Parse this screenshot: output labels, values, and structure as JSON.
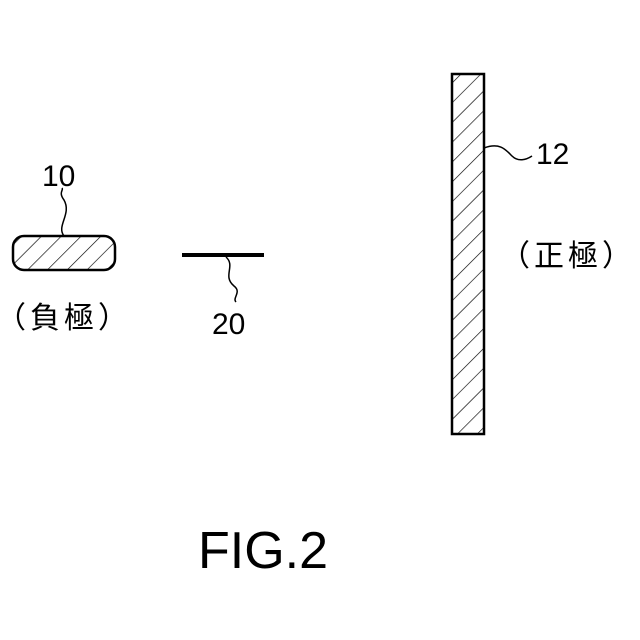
{
  "figure": {
    "caption": "FIG.2",
    "elements": [
      {
        "ref": "10",
        "label": "（負極）"
      },
      {
        "ref": "20",
        "label": ""
      },
      {
        "ref": "12",
        "label": "（正極）"
      }
    ]
  }
}
